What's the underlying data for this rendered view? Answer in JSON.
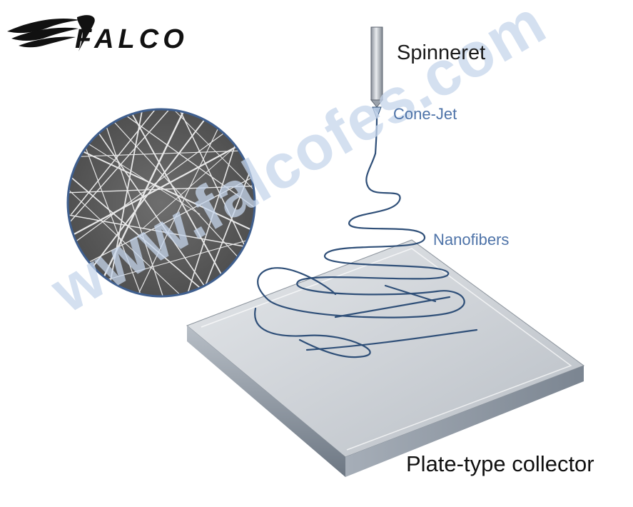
{
  "logo": {
    "text": "FALCO"
  },
  "watermark": {
    "text": "www.falcofes.com"
  },
  "labels": {
    "spinneret": "Spinneret",
    "cone_jet": "Cone-Jet",
    "nanofibers": "Nanofibers",
    "collector": "Plate-type collector"
  },
  "colors": {
    "fiber": "#2f4f78",
    "label_blue": "#4e73a8",
    "watermark": "#c6d6ec",
    "plate_top": "#c9ced4",
    "plate_side": "#9aa3ad"
  },
  "icons": {
    "logo_mark": "swoosh-logo-icon",
    "sem_image": "nanofiber-sem-micrograph",
    "needle": "spinneret-needle"
  }
}
